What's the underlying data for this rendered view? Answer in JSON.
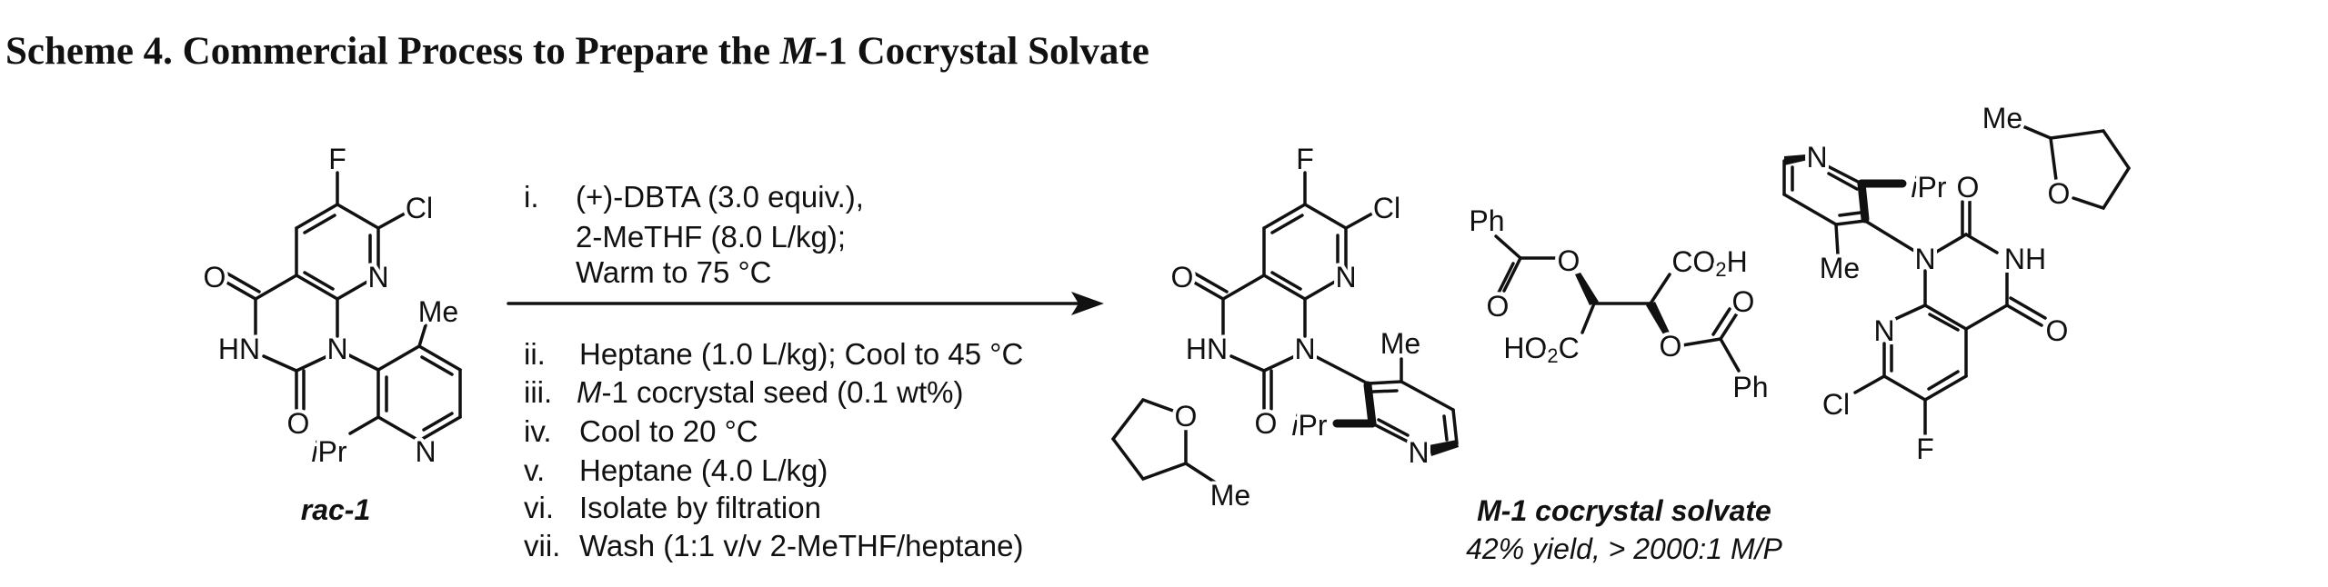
{
  "title": {
    "prefix": "Scheme 4. Commercial Process to Prepare the ",
    "italic": "M",
    "suffix": "-1 Cocrystal Solvate"
  },
  "conditions": {
    "above": [
      {
        "num": "i.",
        "text": "(+)-DBTA (3.0 equiv.),"
      },
      {
        "num": "",
        "text": "2-MeTHF (8.0 L/kg);"
      },
      {
        "num": "",
        "text": "Warm to 75 °C"
      }
    ],
    "below": [
      {
        "num": "ii.",
        "text": "Heptane (1.0 L/kg); Cool to 45 °C"
      },
      {
        "num": "iii.",
        "italic": "M",
        "text": "-1 cocrystal seed (0.1 wt%)"
      },
      {
        "num": "iv.",
        "text": "Cool to 20 °C"
      },
      {
        "num": "v.",
        "text": "Heptane (4.0 L/kg)"
      },
      {
        "num": "vi.",
        "text": "Isolate by filtration"
      },
      {
        "num": "vii.",
        "text": "Wash (1:1 v/v 2-MeTHF/heptane)"
      }
    ]
  },
  "atoms": {
    "F": "F",
    "Cl": "Cl",
    "N": "N",
    "O": "O",
    "HN": "HN",
    "NH": "NH",
    "Me": "Me",
    "iPr_i": "i",
    "iPr_rest": "Pr",
    "Ph": "Ph",
    "co2h": [
      "CO",
      "2",
      "H"
    ],
    "ho2c": [
      "HO",
      "2",
      "C"
    ]
  },
  "reactant": {
    "label": "rac-1"
  },
  "product": {
    "label": "M-1 cocrystal solvate",
    "result": "42% yield, > 2000:1 M/P"
  }
}
